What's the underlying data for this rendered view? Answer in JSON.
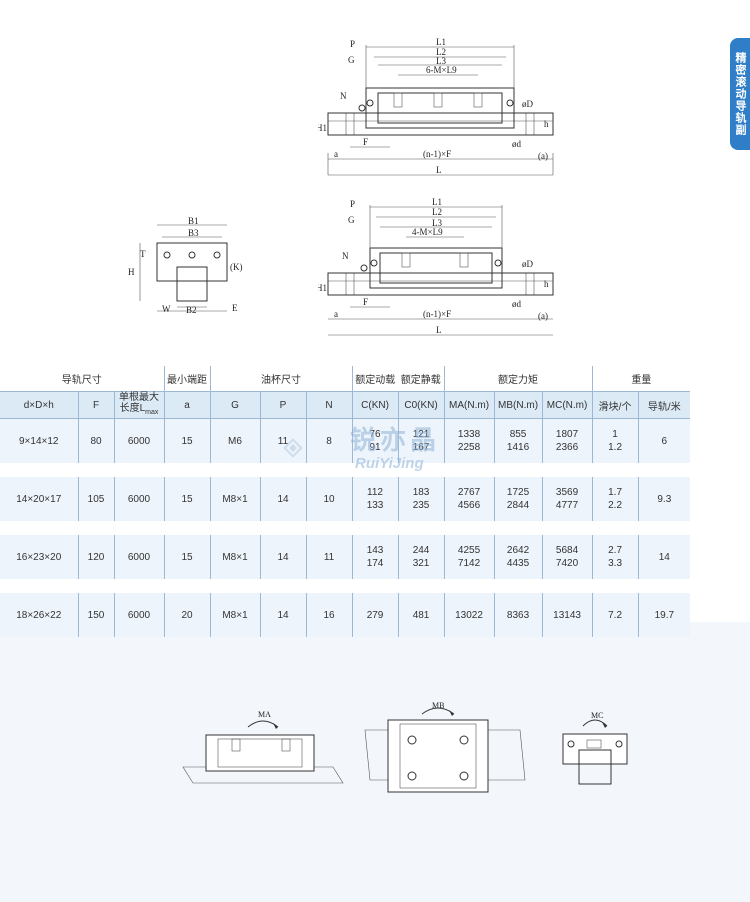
{
  "side_tab": {
    "label": "精密滚动导轨副"
  },
  "drawings": {
    "top_view_4hole": {
      "labels": [
        "P",
        "G",
        "N",
        "H1",
        "F",
        "a",
        "(n-1)×F",
        "L",
        "L1",
        "L2",
        "L3",
        "6-M×L9",
        "øD",
        "h",
        "ød",
        "(a)"
      ]
    },
    "end_view": {
      "labels": [
        "B1",
        "B3",
        "T",
        "H",
        "(K)",
        "W",
        "B2",
        "E"
      ]
    },
    "top_view_2hole": {
      "labels": [
        "P",
        "G",
        "N",
        "H1",
        "F",
        "a",
        "(n-1)×F",
        "L",
        "L1",
        "L2",
        "L3",
        "4-M×L9",
        "øD",
        "h",
        "ød",
        "(a)"
      ]
    }
  },
  "table": {
    "group_headers": [
      "导轨尺寸",
      "最小端距",
      "油杯尺寸",
      "额定动载",
      "额定静载",
      "额定力矩",
      "重量"
    ],
    "sub_headers": [
      "d×D×h",
      "F",
      "单根最大长度L",
      "a",
      "G",
      "P",
      "N",
      "C(KN)",
      "C0(KN)",
      "MA(N.m)",
      "MB(N.m)",
      "MC(N.m)",
      "滑块/个",
      "导轨/米"
    ],
    "sub_header_suffix": "max",
    "rows": [
      {
        "dDh": "9×14×12",
        "F": "80",
        "Lmax": "6000",
        "a": "15",
        "G": "M6",
        "P": "11",
        "N": "8",
        "C": [
          "76",
          "91"
        ],
        "C0": [
          "121",
          "167"
        ],
        "MA": [
          "1338",
          "2258"
        ],
        "MB": [
          "855",
          "1416"
        ],
        "MC": [
          "1807",
          "2366"
        ],
        "block": [
          "1",
          "1.2"
        ],
        "rail": "6"
      },
      {
        "dDh": "14×20×17",
        "F": "105",
        "Lmax": "6000",
        "a": "15",
        "G": "M8×1",
        "P": "14",
        "N": "10",
        "C": [
          "112",
          "133"
        ],
        "C0": [
          "183",
          "235"
        ],
        "MA": [
          "2767",
          "4566"
        ],
        "MB": [
          "1725",
          "2844"
        ],
        "MC": [
          "3569",
          "4777"
        ],
        "block": [
          "1.7",
          "2.2"
        ],
        "rail": "9.3"
      },
      {
        "dDh": "16×23×20",
        "F": "120",
        "Lmax": "6000",
        "a": "15",
        "G": "M8×1",
        "P": "14",
        "N": "11",
        "C": [
          "143",
          "174"
        ],
        "C0": [
          "244",
          "321"
        ],
        "MA": [
          "4255",
          "7142"
        ],
        "MB": [
          "2642",
          "4435"
        ],
        "MC": [
          "5684",
          "7420"
        ],
        "block": [
          "2.7",
          "3.3"
        ],
        "rail": "14"
      },
      {
        "dDh": "18×26×22",
        "F": "150",
        "Lmax": "6000",
        "a": "20",
        "G": "M8×1",
        "P": "14",
        "N": "16",
        "C": [
          "279"
        ],
        "C0": [
          "481"
        ],
        "MA": [
          "13022"
        ],
        "MB": [
          "8363"
        ],
        "MC": [
          "13143"
        ],
        "block": [
          "7.2"
        ],
        "rail": "19.7"
      }
    ]
  },
  "watermark": {
    "cn": "锐亦晶",
    "en": "RuiYiJing"
  },
  "moment_diagrams": [
    {
      "label": "MA"
    },
    {
      "label": "MB"
    },
    {
      "label": "MC"
    }
  ]
}
